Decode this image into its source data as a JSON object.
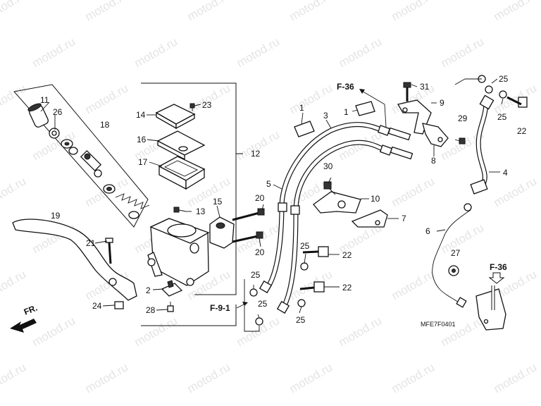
{
  "watermark": {
    "text": "motod.ru"
  },
  "diagram_code": "MFE7F0401",
  "direction_label": "FR.",
  "references": {
    "f36_top": "F-36",
    "f36_right": "F-36",
    "f91": "F-9-1"
  },
  "callouts": {
    "c1a": "1",
    "c1b": "1",
    "c2": "2",
    "c3": "3",
    "c4": "4",
    "c5": "5",
    "c6": "6",
    "c7": "7",
    "c8": "8",
    "c9": "9",
    "c10": "10",
    "c11": "11",
    "c12": "12",
    "c13": "13",
    "c14": "14",
    "c15": "15",
    "c16": "16",
    "c17": "17",
    "c18": "18",
    "c19": "19",
    "c20a": "20",
    "c20b": "20",
    "c21": "21",
    "c22a": "22",
    "c22b": "22",
    "c22c": "22",
    "c23": "23",
    "c24": "24",
    "c25a": "25",
    "c25b": "25",
    "c25c": "25",
    "c25d": "25",
    "c25e": "25",
    "c25f": "25",
    "c26": "26",
    "c27": "27",
    "c28": "28",
    "c29": "29",
    "c30": "30",
    "c31": "31"
  }
}
